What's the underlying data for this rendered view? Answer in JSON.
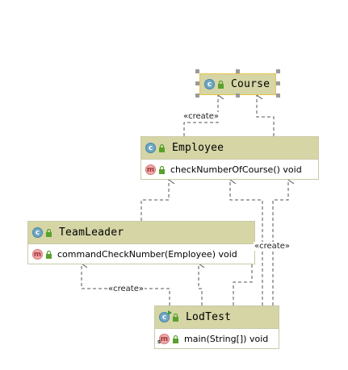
{
  "classes": {
    "course": {
      "icon": "class-icon",
      "name": "Course"
    },
    "employee": {
      "icon": "class-icon",
      "name": "Employee",
      "method": "checkNumberOfCourse() void"
    },
    "teamleader": {
      "icon": "class-icon",
      "name": "TeamLeader",
      "method": "commandCheckNumber(Employee) void"
    },
    "lodtest": {
      "icon": "main-class-icon",
      "name": "LodTest",
      "method": "main(String[]) void"
    }
  },
  "relations": {
    "employee_course": "«create»",
    "lodtest_employee": "«create»",
    "lodtest_teamleader": "«create»"
  },
  "colors": {
    "header_fill": "#d5d5a6",
    "selected_border": "#e8c44a",
    "class_icon": "#6ea6c2",
    "method_icon": "#f2a6a6",
    "lock_icon": "#5aa02c",
    "connector": "#555555"
  }
}
